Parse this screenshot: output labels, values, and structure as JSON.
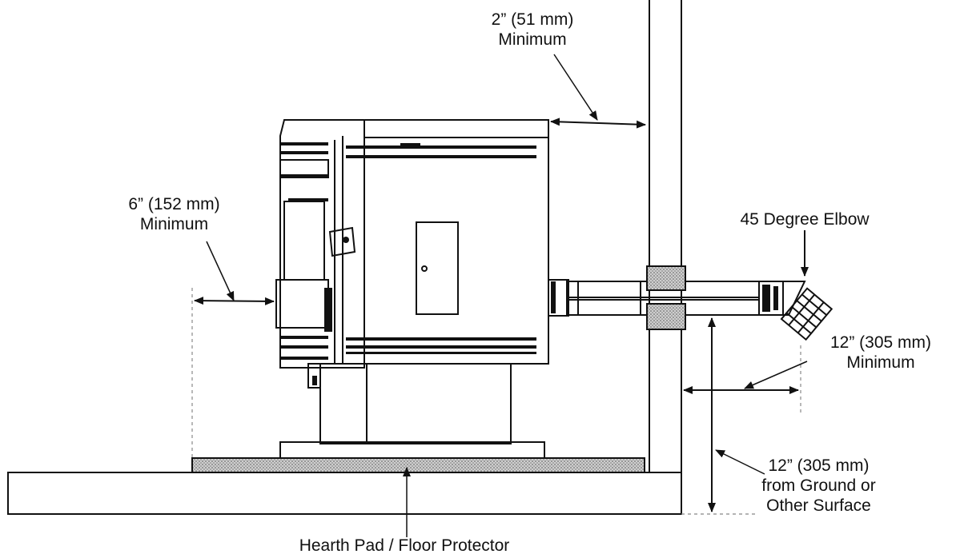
{
  "labels": {
    "top_clearance_line1": "2” (51 mm)",
    "top_clearance_line2": "Minimum",
    "left_clearance_line1": "6” (152 mm)",
    "left_clearance_line2": "Minimum",
    "elbow": "45 Degree Elbow",
    "wall_clearance_line1": "12” (305 mm)",
    "wall_clearance_line2": "Minimum",
    "ground_clearance_line1": "12” (305 mm)",
    "ground_clearance_line2": "from Ground or",
    "ground_clearance_line3": "Other Surface",
    "hearth": "Hearth Pad / Floor Protector"
  }
}
